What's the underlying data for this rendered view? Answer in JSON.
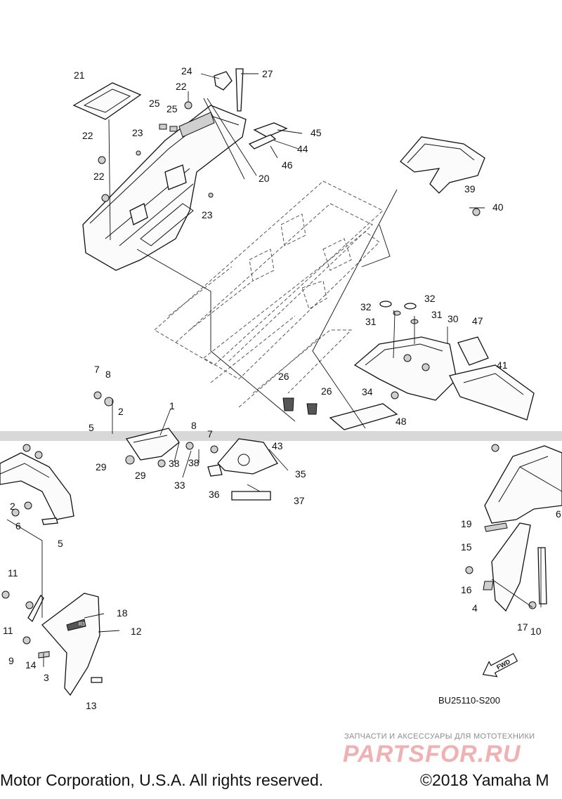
{
  "callouts": [
    {
      "id": "c21",
      "text": "21"
    },
    {
      "id": "c24",
      "text": "24"
    },
    {
      "id": "c27",
      "text": "27"
    },
    {
      "id": "c22a",
      "text": "22"
    },
    {
      "id": "c25a",
      "text": "25"
    },
    {
      "id": "c25b",
      "text": "25"
    },
    {
      "id": "c23a",
      "text": "23"
    },
    {
      "id": "c22b",
      "text": "22"
    },
    {
      "id": "c45",
      "text": "45"
    },
    {
      "id": "c44",
      "text": "44"
    },
    {
      "id": "c46",
      "text": "46"
    },
    {
      "id": "c20",
      "text": "20"
    },
    {
      "id": "c22c",
      "text": "22"
    },
    {
      "id": "c23b",
      "text": "23"
    },
    {
      "id": "c39",
      "text": "39"
    },
    {
      "id": "c40",
      "text": "40"
    },
    {
      "id": "c32a",
      "text": "32"
    },
    {
      "id": "c32b",
      "text": "32"
    },
    {
      "id": "c31a",
      "text": "31"
    },
    {
      "id": "c31b",
      "text": "31"
    },
    {
      "id": "c30",
      "text": "30"
    },
    {
      "id": "c47",
      "text": "47"
    },
    {
      "id": "c41",
      "text": "41"
    },
    {
      "id": "c7a",
      "text": "7"
    },
    {
      "id": "c8a",
      "text": "8"
    },
    {
      "id": "c26a",
      "text": "26"
    },
    {
      "id": "c26b",
      "text": "26"
    },
    {
      "id": "c34",
      "text": "34"
    },
    {
      "id": "c1",
      "text": "1"
    },
    {
      "id": "c2a",
      "text": "2"
    },
    {
      "id": "c48",
      "text": "48"
    },
    {
      "id": "c5a",
      "text": "5"
    },
    {
      "id": "c8b",
      "text": "8"
    },
    {
      "id": "c7b",
      "text": "7"
    },
    {
      "id": "c43",
      "text": "43"
    },
    {
      "id": "c29a",
      "text": "29"
    },
    {
      "id": "c38a",
      "text": "38"
    },
    {
      "id": "c38b",
      "text": "38"
    },
    {
      "id": "c29b",
      "text": "29"
    },
    {
      "id": "c33",
      "text": "33"
    },
    {
      "id": "c35",
      "text": "35"
    },
    {
      "id": "c36",
      "text": "36"
    },
    {
      "id": "c37",
      "text": "37"
    },
    {
      "id": "c2b",
      "text": "2"
    },
    {
      "id": "c6a",
      "text": "6"
    },
    {
      "id": "c5b",
      "text": "5"
    },
    {
      "id": "c19",
      "text": "19"
    },
    {
      "id": "c15",
      "text": "15"
    },
    {
      "id": "c6b",
      "text": "6"
    },
    {
      "id": "c11a",
      "text": "11"
    },
    {
      "id": "c16",
      "text": "16"
    },
    {
      "id": "c4",
      "text": "4"
    },
    {
      "id": "c11b",
      "text": "11"
    },
    {
      "id": "c18",
      "text": "18"
    },
    {
      "id": "c12",
      "text": "12"
    },
    {
      "id": "c17",
      "text": "17"
    },
    {
      "id": "c10",
      "text": "10"
    },
    {
      "id": "c9",
      "text": "9"
    },
    {
      "id": "c14",
      "text": "14"
    },
    {
      "id": "c3",
      "text": "3"
    },
    {
      "id": "c13",
      "text": "13"
    }
  ],
  "fwd_label": "FWD",
  "decal_label": "R3",
  "reference_code": "BU25110-S200",
  "watermark": {
    "tagline": "ЗАПЧАСТИ И АКСЕССУАРЫ ДЛЯ МОТОТЕХНИКИ",
    "logo": "PARTSFOR.RU"
  },
  "copyright_left": "Motor Corporation, U.S.A. All rights reserved.",
  "copyright_right": "©2018 Yamaha M",
  "colors": {
    "ink": "#111111",
    "watermark_logo": "#efb1b1",
    "watermark_text": "#8d8d8d",
    "seam": "#d8d8d8"
  }
}
